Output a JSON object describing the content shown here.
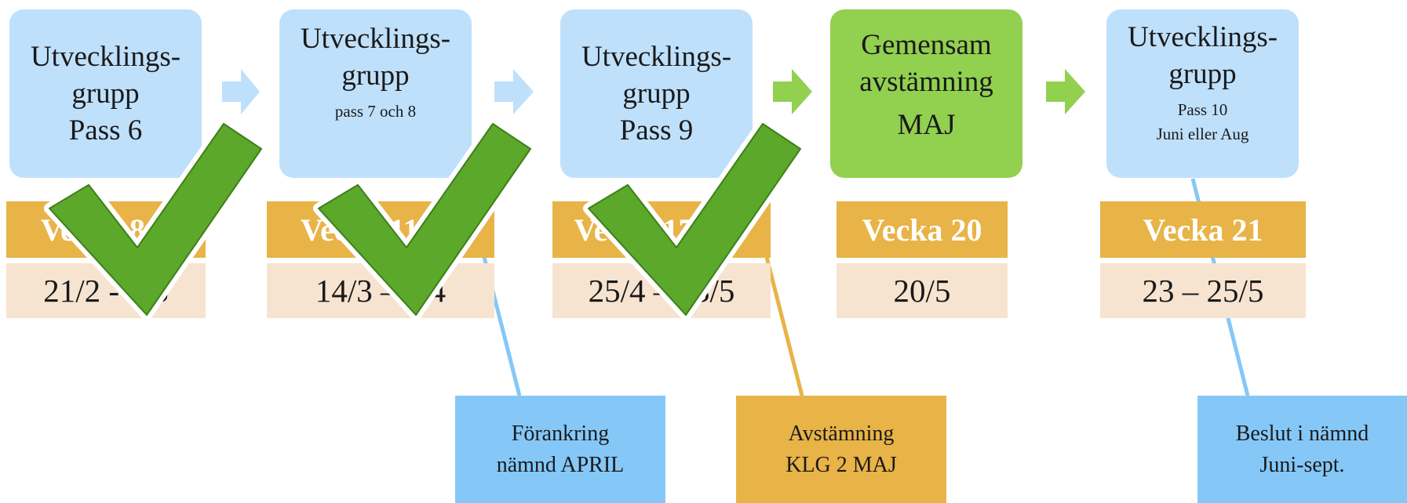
{
  "colors": {
    "box_blue": "#bfe0fb",
    "box_green": "#92d050",
    "week_orange": "#e8b347",
    "date_peach": "#f7e4d0",
    "note_blue": "#85c8f8",
    "check_green": "#5ca82a"
  },
  "steps": [
    {
      "lines": [
        "Utvecklings-",
        "grupp",
        "Pass 6"
      ],
      "sub": [],
      "week": "Vecka 8-9",
      "dates": "21/2 - 4/3",
      "completed": true
    },
    {
      "lines": [
        "Utvecklings-",
        "grupp"
      ],
      "sub": [
        "pass 7 och 8"
      ],
      "week": "Vecka 11-13",
      "dates": "14/3 – 1/4",
      "completed": true
    },
    {
      "lines": [
        "Utvecklings-",
        "grupp",
        "Pass 9"
      ],
      "sub": [],
      "week": "Vecka 17 –19",
      "dates": "25/4 – 13/5",
      "completed": true
    },
    {
      "lines": [
        "Gemensam",
        "avstämning",
        "MAJ"
      ],
      "sub": [],
      "week": "Vecka 20",
      "dates": "20/5",
      "completed": false
    },
    {
      "lines": [
        "Utvecklings-",
        "grupp"
      ],
      "sub": [
        "Pass 10",
        "Juni eller Aug"
      ],
      "week": "Vecka 21",
      "dates": "23 – 25/5",
      "completed": false
    }
  ],
  "notes": [
    {
      "lines": [
        "Förankring",
        "nämnd APRIL"
      ]
    },
    {
      "lines": [
        "Avstämning",
        "KLG 2 MAJ"
      ]
    },
    {
      "lines": [
        "Beslut i nämnd",
        "Juni-sept."
      ]
    }
  ]
}
